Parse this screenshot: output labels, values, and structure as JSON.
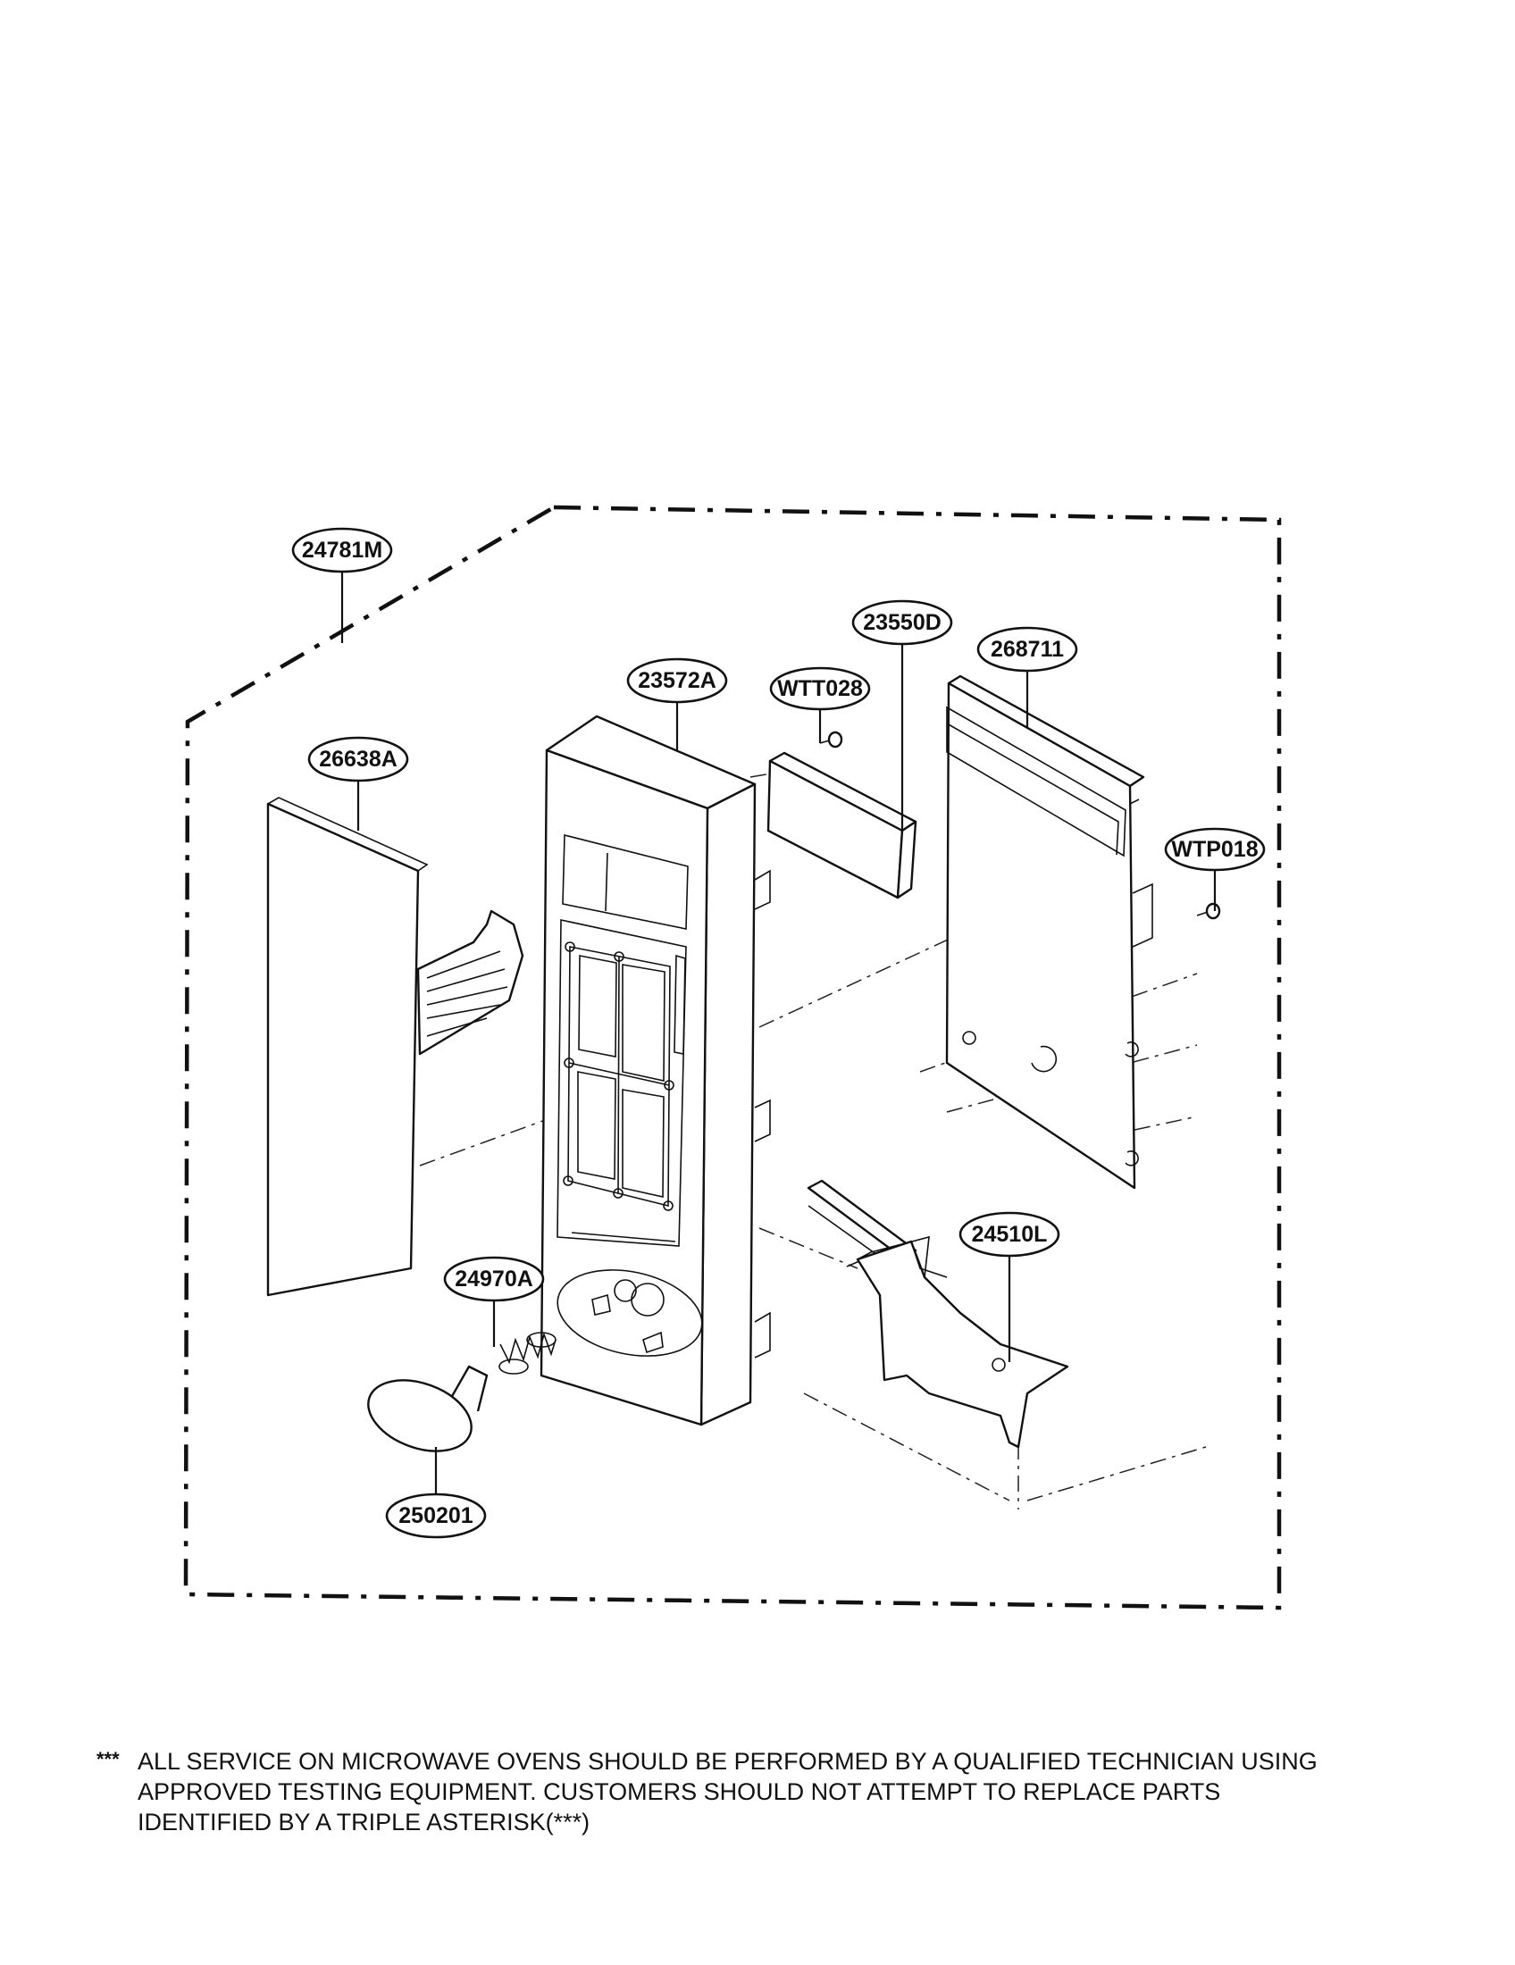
{
  "diagram": {
    "callouts": {
      "c_24781M": "24781M",
      "c_26638A": "26638A",
      "c_23572A": "23572A",
      "c_WTT028": "WTT028",
      "c_23550D": "23550D",
      "c_268711": "268711",
      "c_WTP018": "WTP018",
      "c_24970A": "24970A",
      "c_24510L": "24510L",
      "c_250201": "250201"
    }
  },
  "footer": {
    "note_marker": "***",
    "note_lines": [
      "ALL SERVICE ON MICROWAVE OVENS SHOULD BE PERFORMED BY A QUALIFIED TECHNICIAN USING",
      "APPROVED TESTING EQUIPMENT. CUSTOMERS SHOULD NOT ATTEMPT TO REPLACE PARTS",
      "IDENTIFIED BY A TRIPLE ASTERISK(***)"
    ]
  }
}
